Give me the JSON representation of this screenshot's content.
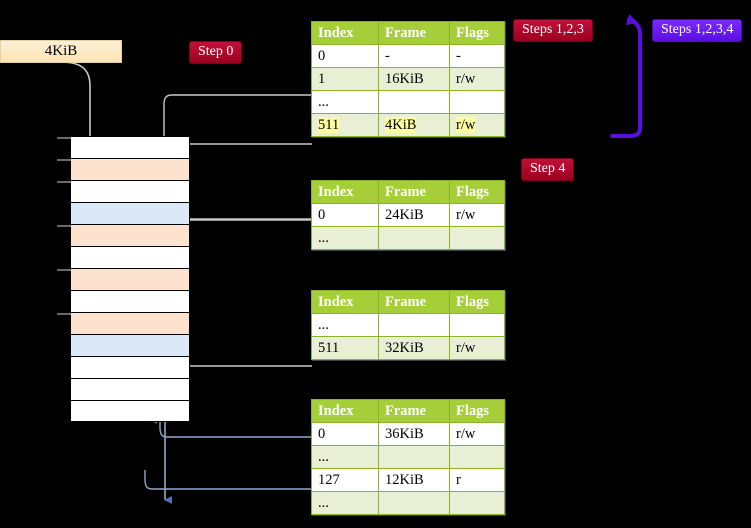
{
  "diagram": {
    "title_hidden": "",
    "size_label": "4KiB",
    "badges": [
      {
        "id": "step0",
        "text": "Step 0",
        "color": "#b00020",
        "style": "red"
      },
      {
        "id": "steps123",
        "text": "Steps 1,2,3",
        "color": "#b00020",
        "style": "red"
      },
      {
        "id": "steps1234",
        "text": "Steps 1,2,3,4",
        "color": "#6610f2",
        "style": "violet"
      },
      {
        "id": "step4",
        "text": "Step 4",
        "color": "#b00020",
        "style": "red"
      }
    ],
    "colors": {
      "table_header": "#a6ce39",
      "table_header_text": "#ffffff",
      "table_row_alt": "#e9efd5",
      "table_border": "#8ab32a",
      "highlight": "#ffff9e",
      "mem_peach": "#fde3cd",
      "mem_blue": "#dbe8f7",
      "size_label_bg": "#fdeccc",
      "gray_link": "#b8b8b8",
      "blue_link": "#8fa8cc",
      "violet_arrow": "#5a0fe0",
      "badge_red": "#b00020",
      "badge_violet": "#6610f2",
      "background": "#000000"
    },
    "columns": [
      "Index",
      "Frame",
      "Flags"
    ],
    "tables": [
      {
        "id": "pml4",
        "rows": [
          {
            "index": "0",
            "frame": "-",
            "flags": "-",
            "highlight": false
          },
          {
            "index": "1",
            "frame": "16KiB",
            "flags": "r/w",
            "highlight": false
          },
          {
            "index": "...",
            "frame": "",
            "flags": "",
            "highlight": false
          },
          {
            "index": "511",
            "frame": "4KiB",
            "flags": "r/w",
            "highlight": true
          }
        ]
      },
      {
        "id": "pdpt",
        "rows": [
          {
            "index": "0",
            "frame": "24KiB",
            "flags": "r/w",
            "highlight": false
          },
          {
            "index": "...",
            "frame": "",
            "flags": "",
            "highlight": false
          }
        ]
      },
      {
        "id": "pd",
        "rows": [
          {
            "index": "...",
            "frame": "",
            "flags": "",
            "highlight": false
          },
          {
            "index": "511",
            "frame": "32KiB",
            "flags": "r/w",
            "highlight": false
          }
        ]
      },
      {
        "id": "pt",
        "rows": [
          {
            "index": "0",
            "frame": "36KiB",
            "flags": "r/w",
            "highlight": false
          },
          {
            "index": "...",
            "frame": "",
            "flags": "",
            "highlight": false
          },
          {
            "index": "127",
            "frame": "12KiB",
            "flags": "r",
            "highlight": false
          },
          {
            "index": "...",
            "frame": "",
            "flags": "",
            "highlight": false
          }
        ]
      }
    ],
    "memory_rows": [
      {
        "n": 0,
        "fill": "white",
        "tick": true
      },
      {
        "n": 1,
        "fill": "peach",
        "tick": true
      },
      {
        "n": 2,
        "fill": "white",
        "tick": true
      },
      {
        "n": 3,
        "fill": "blue",
        "tick": false
      },
      {
        "n": 4,
        "fill": "peach",
        "tick": true
      },
      {
        "n": 5,
        "fill": "white",
        "tick": false
      },
      {
        "n": 6,
        "fill": "peach",
        "tick": true
      },
      {
        "n": 7,
        "fill": "white",
        "tick": false
      },
      {
        "n": 8,
        "fill": "peach",
        "tick": true
      },
      {
        "n": 9,
        "fill": "blue",
        "tick": false
      },
      {
        "n": 10,
        "fill": "white",
        "tick": false
      },
      {
        "n": 11,
        "fill": "white",
        "tick": false
      },
      {
        "n": 12,
        "fill": "white",
        "tick": false
      }
    ]
  }
}
